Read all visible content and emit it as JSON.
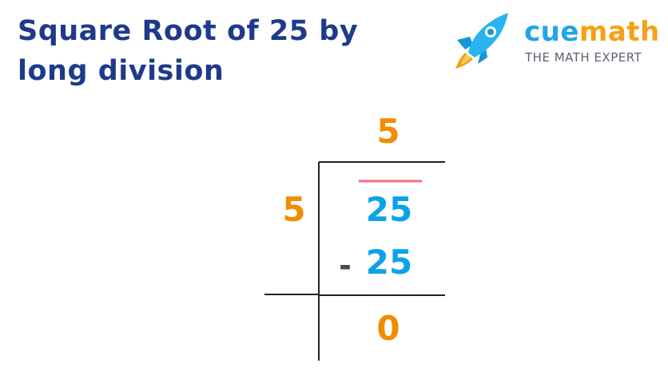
{
  "title": "Square Root of 25 by long division",
  "logo": {
    "brand_cue": "cue",
    "brand_math": "math",
    "tagline": "THE MATH EXPERT",
    "icon": "rocket-icon"
  },
  "division": {
    "quotient": "5",
    "divisor": "5",
    "dividend": "25",
    "subtrahend": "25",
    "minus_sign": "-",
    "remainder": "0"
  },
  "colors": {
    "title": "#1e3a8a",
    "orange": "#f28c00",
    "blue": "#0aa3e8",
    "pair_bar": "#f07080",
    "lines": "#222222"
  }
}
